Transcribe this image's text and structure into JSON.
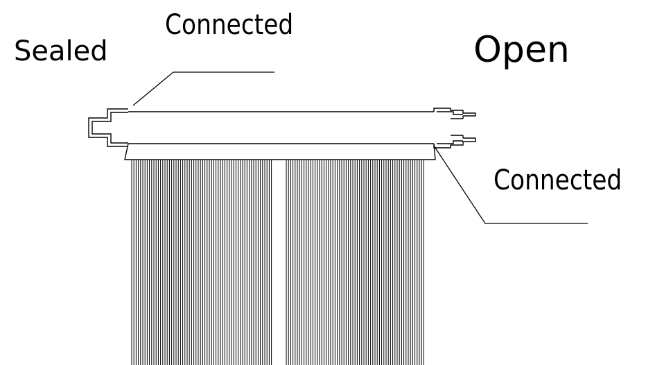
{
  "labels": {
    "sealed": "Sealed",
    "connected_top": "Connected",
    "open": "Open",
    "connected_right": "Connected"
  },
  "colors": {
    "line": "#000000",
    "background": "#ffffff"
  }
}
